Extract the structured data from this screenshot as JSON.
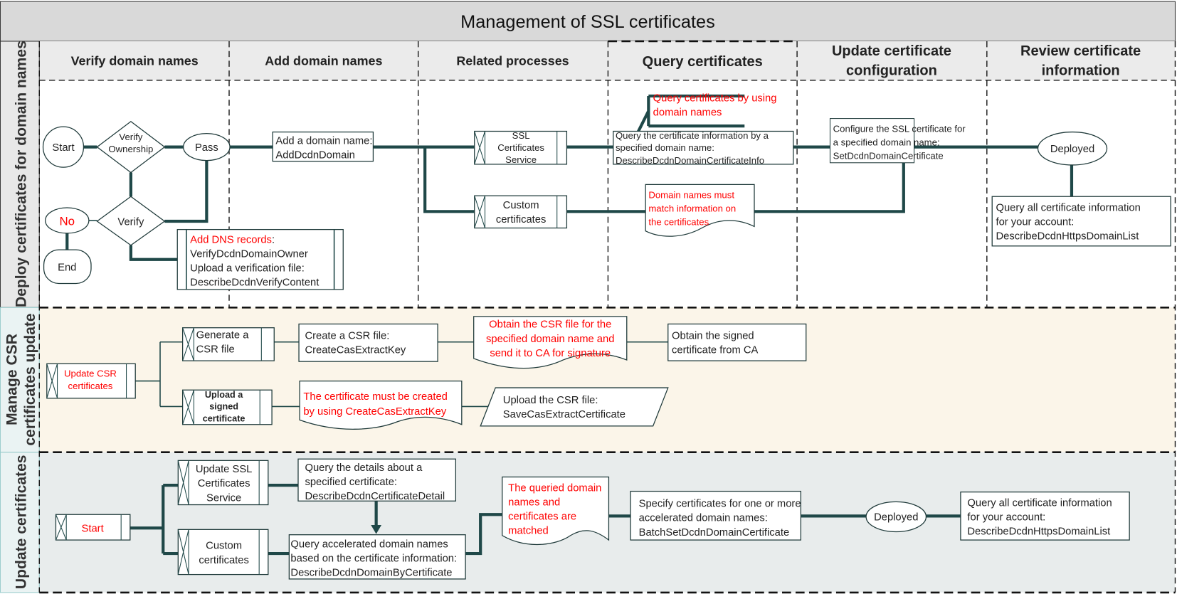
{
  "title": "Management of SSL certificates",
  "colors": {
    "flow": "#1f4848",
    "title_bg": "#d9d9d9",
    "header_bg": "#ebebeb",
    "csr_lane_bg": "#fbf5e9",
    "update_lane_bg": "#e8ecec",
    "highlight_text": "#ff0000"
  },
  "columns": [
    "Verify domain names",
    "Add domain names",
    "Related processes",
    "Query certificates",
    [
      "Update certificate",
      "configuration"
    ],
    [
      "Review certificate",
      "information"
    ]
  ],
  "lanes": {
    "deploy": "Deploy certificates for domain names",
    "csr": [
      "Manage CSR",
      "certificates update"
    ],
    "update": "Update certificates"
  },
  "deploy": {
    "start": "Start",
    "verify_ownership": [
      "Verify",
      "Ownership"
    ],
    "pass": "Pass",
    "verify": "Verify",
    "no": "No",
    "end": "End",
    "add_domain": [
      "Add a domain name:",
      "AddDcdnDomain"
    ],
    "dns": {
      "red": "Add DNS records",
      "colon": ":",
      "lines": [
        "VerifyDcdnDomainOwner",
        "Upload a verification file:",
        "DescribeDcdnVerifyContent"
      ]
    },
    "ssl_service": [
      "SSL",
      "Certificates",
      "Service"
    ],
    "custom": [
      "Custom",
      "certificates"
    ],
    "callout": [
      "Query certificates by using",
      "domain names"
    ],
    "query_info": [
      "Query the certificate information by a",
      "specified domain name:",
      "DescribeDcdnDomainCertificateInfo"
    ],
    "match_note": [
      "Domain names must",
      "match information on",
      "the certificates"
    ],
    "configure": [
      "Configure the SSL certificate for",
      "a specified domain name:",
      "SetDcdnDomainCertificate"
    ],
    "deployed": "Deployed",
    "query_all": [
      "Query all certificate information",
      "for your account:",
      "DescribeDcdnHttpsDomainList"
    ]
  },
  "csr": {
    "update_csr": [
      "Update CSR",
      "certificates"
    ],
    "generate": [
      "Generate a",
      "CSR file"
    ],
    "create": [
      "Create a CSR file:",
      "CreateCasExtractKey"
    ],
    "obtain_note": [
      "Obtain the CSR file for the",
      "specified domain name and",
      "send it to CA for signature"
    ],
    "signed": [
      "Obtain the signed",
      "certificate from CA"
    ],
    "upload_signed": [
      "Upload a",
      "signed",
      "certificate"
    ],
    "must_note": [
      "The certificate must be created",
      "by using CreateCasExtractKey"
    ],
    "upload_csr": [
      "Upload the CSR file:",
      "SaveCasExtractCertificate"
    ]
  },
  "update": {
    "start": "Start",
    "ssl_service": [
      "Update SSL",
      "Certificates",
      "Service"
    ],
    "custom": [
      "Custom",
      "certificates"
    ],
    "details": [
      "Query the details about a",
      "specified certificate:",
      "DescribeDcdnCertificateDetail"
    ],
    "by_cert": [
      "Query accelerated domain names",
      "based on the certificate information:",
      "DescribeDcdnDomainByCertificate"
    ],
    "matched_note": [
      "The queried domain",
      "names and",
      "certificates are",
      "matched"
    ],
    "batch": [
      "Specify certificates for one or more",
      "accelerated domain names:",
      "BatchSetDcdnDomainCertificate"
    ],
    "deployed": "Deployed",
    "query_all": [
      "Query all certificate information",
      "for your account:",
      "DescribeDcdnHttpsDomainList"
    ]
  }
}
